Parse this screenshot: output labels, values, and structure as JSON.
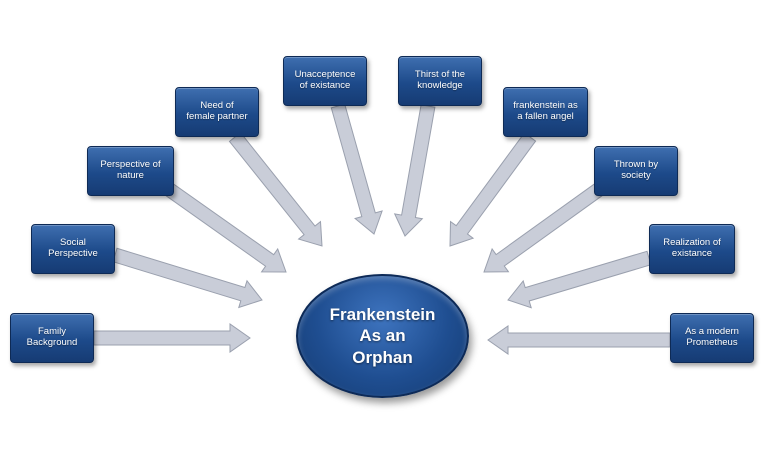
{
  "center": {
    "label": "Frankenstein\nAs an\nOrphan"
  },
  "nodes": [
    {
      "id": "family-background",
      "label": "Family\nBackground"
    },
    {
      "id": "social-perspective",
      "label": "Social\nPerspective"
    },
    {
      "id": "perspective-of-nature",
      "label": "Perspective of\nnature"
    },
    {
      "id": "need-of-female-partner",
      "label": "Need of\nfemale partner"
    },
    {
      "id": "unacceptence-of-existance",
      "label": "Unacceptence\nof existance"
    },
    {
      "id": "thirst-of-the-knowledge",
      "label": "Thirst of the\nknowledge"
    },
    {
      "id": "frankenstein-as-fallen-angel",
      "label": "frankenstein as\na fallen angel"
    },
    {
      "id": "thrown-by-society",
      "label": "Thrown by\nsociety"
    },
    {
      "id": "realization-of-existance",
      "label": "Realization of\nexistance"
    },
    {
      "id": "as-a-modern-prometheus",
      "label": "As a modern\nPrometheus"
    }
  ],
  "colors": {
    "node_fill": "#1d4a8a",
    "arrow_fill": "#c9cdd8",
    "arrow_stroke": "#9aa0ae"
  }
}
